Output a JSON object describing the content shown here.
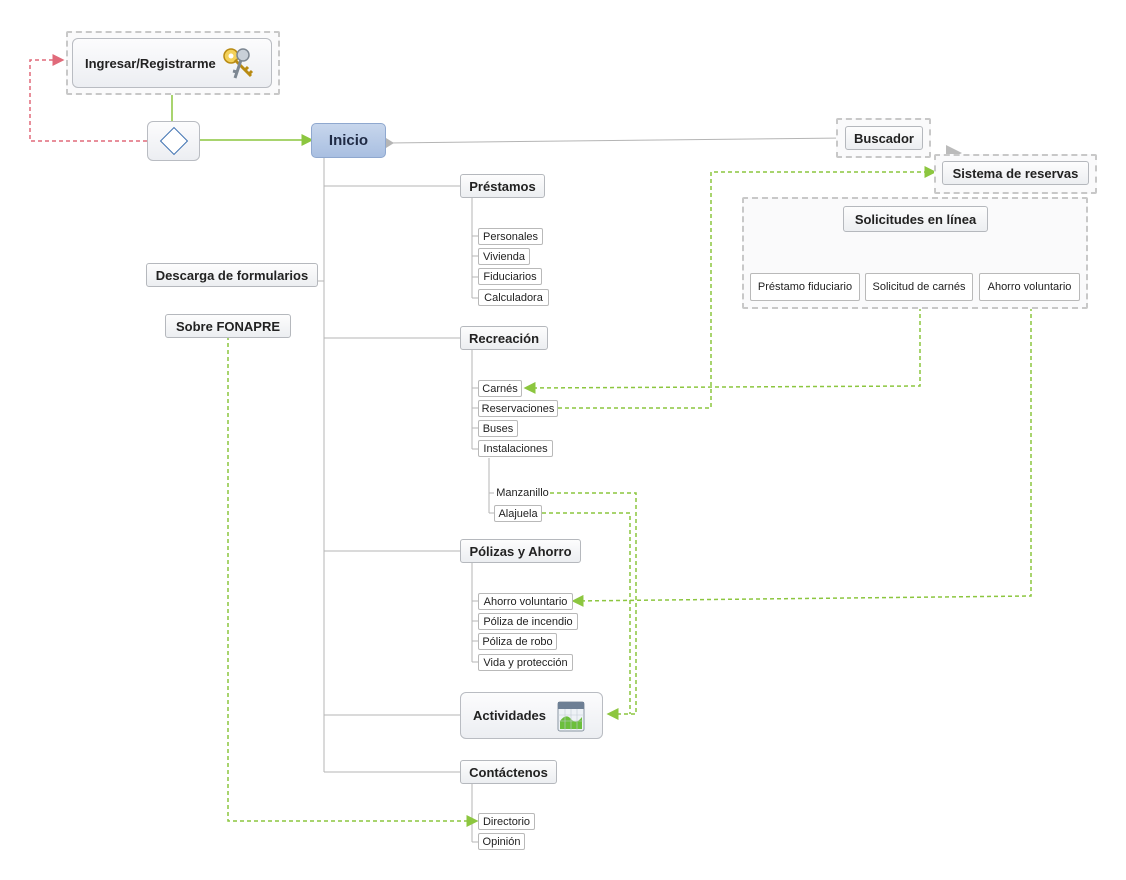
{
  "nodes": {
    "login": "Ingresar/Registrarme",
    "root": "Inicio",
    "buscador": "Buscador",
    "reservas": "Sistema de reservas",
    "solicitudes": "Solicitudes en línea",
    "prestamo_fid": "Préstamo fiduciario",
    "sol_carnes": "Solicitud de carnés",
    "ahorro_vol_online": "Ahorro voluntario",
    "descarga": "Descarga de formularios",
    "sobre": "Sobre FONAPRE",
    "prestamos": "Préstamos",
    "personales": "Personales",
    "vivienda": "Vivienda",
    "fiduciarios": "Fiduciarios",
    "calculadora": "Calculadora",
    "recreacion": "Recreación",
    "carnes": "Carnés",
    "reservaciones": "Reservaciones",
    "buses": "Buses",
    "instalaciones": "Instalaciones",
    "manzanillo": "Manzanillo",
    "alajuela": "Alajuela",
    "polizas": "Pólizas y Ahorro",
    "ahorro_vol": "Ahorro voluntario",
    "poliza_incendio": "Póliza de incendio",
    "poliza_robo": "Póliza de robo",
    "vida": "Vida y protección",
    "actividades": "Actividades",
    "contactenos": "Contáctenos",
    "directorio": "Directorio",
    "opinion": "Opinión"
  },
  "icons": {
    "login": "keys-icon",
    "decision": "diamond-icon",
    "actividades": "calendar-icon"
  },
  "colors": {
    "branch_line": "#b0b0b0",
    "accent_green": "#8cc63f",
    "login_dashed": "#e06a7a",
    "root_fill": "#b3c7e6"
  }
}
